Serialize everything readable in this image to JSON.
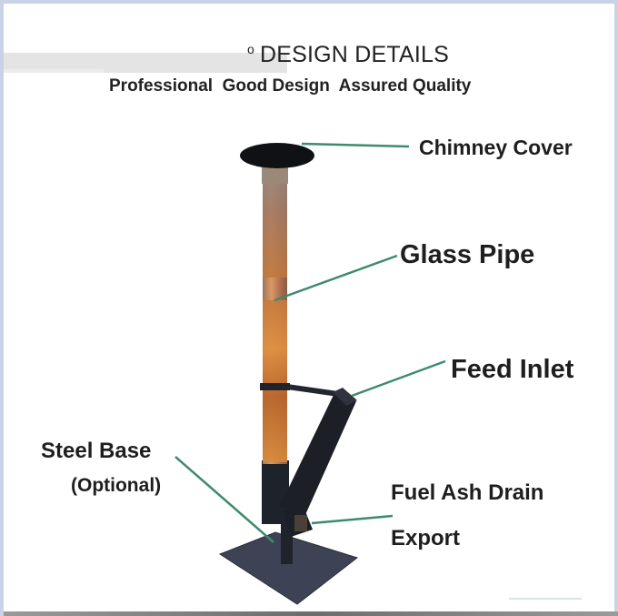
{
  "header": {
    "bullet": "o",
    "title": "DESIGN DETAILS",
    "subtitle": "Professional  Good Design  Assured Quality"
  },
  "labels": {
    "chimney_cover": "Chimney Cover",
    "glass_pipe": "Glass Pipe",
    "feed_inlet": "Feed Inlet",
    "steel_base": "Steel Base",
    "steel_base_note": "(Optional)",
    "fuel_ash_drain": "Fuel Ash Drain",
    "export": "Export"
  },
  "colors": {
    "leader_line": "#3f8a6c",
    "steel": "#1c1f26",
    "base_plate": "#3c4253",
    "glass_flame": "#c77a35"
  }
}
